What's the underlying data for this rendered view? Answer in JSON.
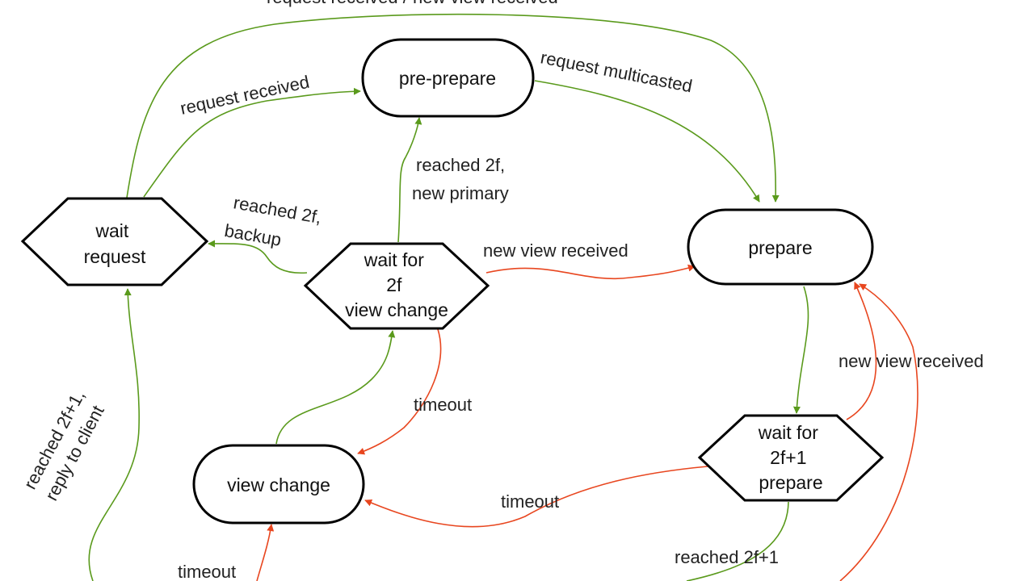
{
  "colors": {
    "green": "#5a9a1c",
    "red": "#e8461f",
    "node_border": "#000000",
    "text": "#111111"
  },
  "nodes": {
    "pre_prepare": {
      "lines": [
        "pre-prepare"
      ]
    },
    "prepare": {
      "lines": [
        "prepare"
      ]
    },
    "wait_request": {
      "lines": [
        "wait",
        "request"
      ]
    },
    "wait_2f_view_change": {
      "lines": [
        "wait for",
        "2f",
        "view change"
      ]
    },
    "wait_2f1_prepare": {
      "lines": [
        "wait for",
        "2f+1",
        "prepare"
      ]
    },
    "view_change": {
      "lines": [
        "view change"
      ]
    }
  },
  "edges": {
    "request_or_new_view": {
      "label": "request received / new view received",
      "color": "green"
    },
    "request_received": {
      "label": "request received",
      "color": "green"
    },
    "request_multicasted": {
      "label": "request multicasted",
      "color": "green"
    },
    "reached_2f_new_primary": {
      "label": [
        "reached 2f,",
        "new primary"
      ],
      "color": "green"
    },
    "reached_2f_backup": {
      "label": [
        "reached 2f,",
        "backup"
      ],
      "color": "green"
    },
    "new_view_received_1": {
      "label": "new view received",
      "color": "red"
    },
    "new_view_received_2": {
      "label": "new view received",
      "color": "red"
    },
    "timeout_1": {
      "label": "timeout",
      "color": "red"
    },
    "timeout_2": {
      "label": "timeout",
      "color": "red"
    },
    "timeout_3": {
      "label": "timeout",
      "color": "red"
    },
    "reached_2f1_reply": {
      "label": [
        "reached 2f+1,",
        "reply to client"
      ],
      "color": "green"
    },
    "reached_2f1": {
      "label": "reached 2f+1",
      "color": "green"
    },
    "prepare_to_wait": {
      "color": "green"
    },
    "view_change_to_wait": {
      "color": "green"
    },
    "wait_to_far_prepare": {
      "color": "red"
    }
  }
}
